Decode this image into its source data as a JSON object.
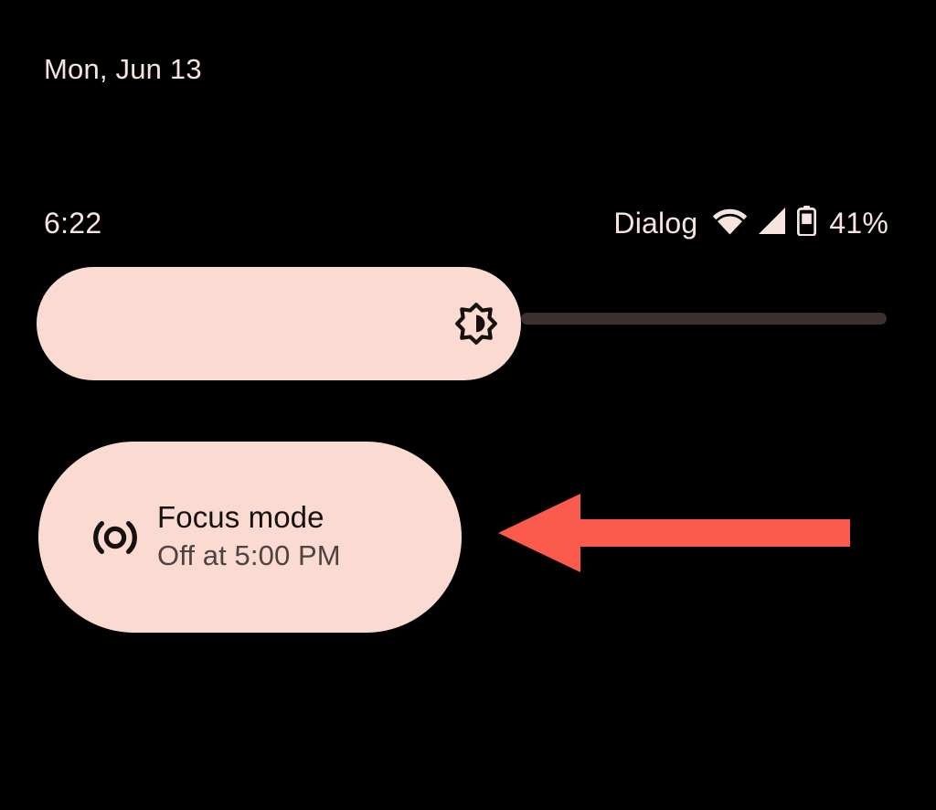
{
  "screen": {
    "background_color": "#000000",
    "accent_surface_color": "#FBDAD2",
    "text_on_dark_color": "#F7E4E0",
    "annotation_color": "#FB5B4C"
  },
  "notification_shade": {
    "date": "Mon, Jun 13"
  },
  "status_bar": {
    "clock": "6:22",
    "carrier": "Dialog",
    "wifi_icon": "wifi-full-icon",
    "signal_icon": "cell-signal-full-icon",
    "battery_icon": "battery-icon",
    "battery_percent": "41%"
  },
  "brightness_slider": {
    "icon": "brightness-icon",
    "value_percent": 55,
    "fill_color": "#FBDAD2",
    "track_color": "#3A302E"
  },
  "quick_settings": {
    "tiles": [
      {
        "icon": "focus-mode-icon",
        "title": "Focus mode",
        "subtitle": "Off at 5:00 PM",
        "active": true,
        "surface_color": "#FBDAD2"
      }
    ]
  },
  "annotation": {
    "arrow_icon": "left-arrow-annotation-icon",
    "arrow_color": "#FB5B4C",
    "points_to": "Focus mode"
  }
}
